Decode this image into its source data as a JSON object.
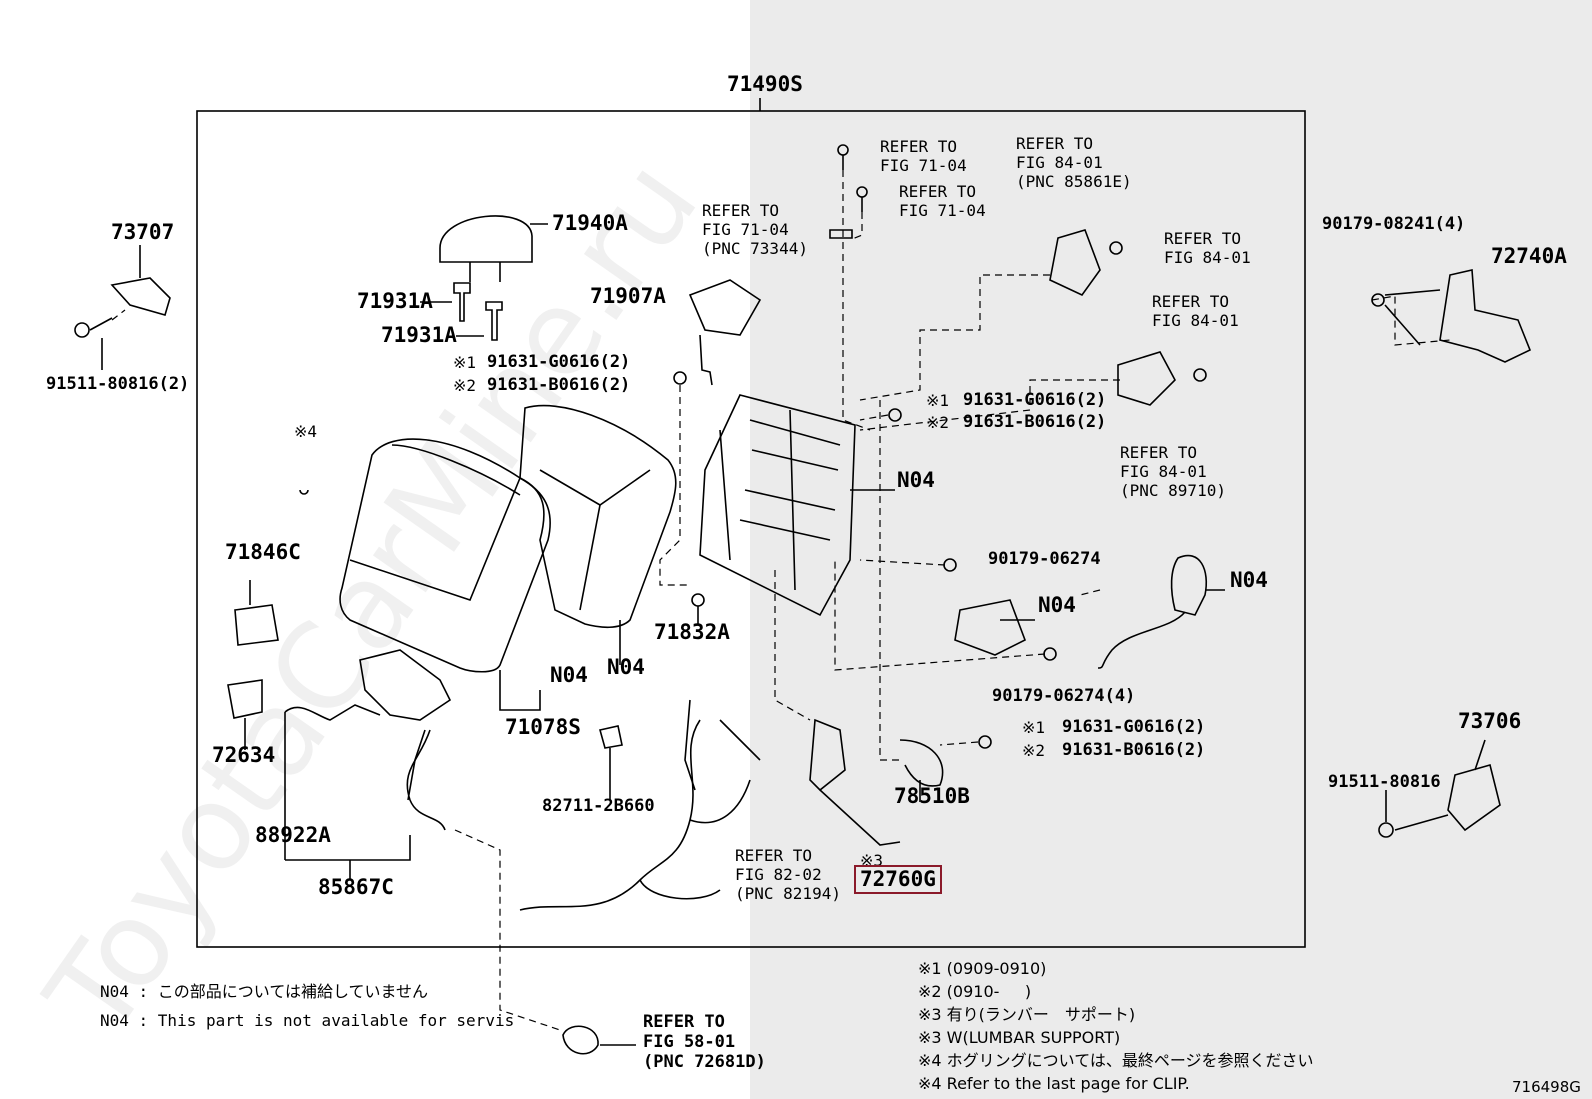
{
  "watermark": "ToyotaCarMine.ru",
  "highlight_color": "#8b1a2a",
  "parts": {
    "p71490S": "71490S",
    "p73707": "73707",
    "p91511a": "91511-80816(2)",
    "p71940A": "71940A",
    "p71931A_1": "71931A",
    "p71931A_2": "71931A",
    "p71907A": "71907A",
    "p91631_g1": "91631-G0616(2)",
    "p91631_b1": "91631-B0616(2)",
    "p91631_g2": "91631-G0616(2)",
    "p91631_b2": "91631-B0616(2)",
    "p91631_g3": "91631-G0616(2)",
    "p91631_b3": "91631-B0616(2)",
    "p90179_08241": "90179-08241(4)",
    "p72740A": "72740A",
    "n04_a": "N04",
    "n04_b": "N04",
    "n04_c": "N04",
    "n04_d": "N04",
    "n04_e": "N04",
    "p90179_06274": "90179-06274",
    "p90179_06274_4": "90179-06274(4)",
    "p71846C": "71846C",
    "p71832A": "71832A",
    "p72634": "72634",
    "p71078S": "71078S",
    "p82711": "82711-2B660",
    "p88922A": "88922A",
    "p85867C": "85867C",
    "p78510B": "78510B",
    "p73706": "73706",
    "p91511b": "91511-80816",
    "p72760G": "72760G",
    "diagram_id": "716498G"
  },
  "marks": {
    "m1a": "※1",
    "m2a": "※2",
    "m1b": "※1",
    "m2b": "※2",
    "m1c": "※1",
    "m2c": "※2",
    "m4": "※4",
    "m3": "※3"
  },
  "refs": {
    "r1_l1": "REFER TO",
    "r1_l2": "FIG 71-04",
    "r2_l1": "REFER TO",
    "r2_l2": "FIG 71-04",
    "r3_l1": "REFER TO",
    "r3_l2": "FIG 71-04",
    "r3_l3": "(PNC 73344)",
    "r4_l1": "REFER TO",
    "r4_l2": "FIG 84-01",
    "r4_l3": "(PNC 85861E)",
    "r5_l1": "REFER TO",
    "r5_l2": "FIG 84-01",
    "r6_l1": "REFER TO",
    "r6_l2": "FIG 84-01",
    "r7_l1": "REFER TO",
    "r7_l2": "FIG 84-01",
    "r7_l3": "(PNC 89710)",
    "r8_l1": "REFER TO",
    "r8_l2": "FIG 82-02",
    "r8_l3": "(PNC 82194)",
    "r9_l1": "REFER TO",
    "r9_l2": "FIG 58-01",
    "r9_l3": "(PNC 72681D)"
  },
  "notes": {
    "n04_jp": "N04 : この部品については補給していません",
    "n04_en": "N04 : This part is not available for servis",
    "fn1": "※1 (0909-0910)",
    "fn2": "※2 (0910-     )",
    "fn3_jp": "※3 有り(ランバー　サポート)",
    "fn3_en": "※3 W(LUMBAR SUPPORT)",
    "fn4_jp": "※4 ホグリングについては、最終ページを参照ください",
    "fn4_en": "※4 Refer to the last page for CLIP."
  }
}
